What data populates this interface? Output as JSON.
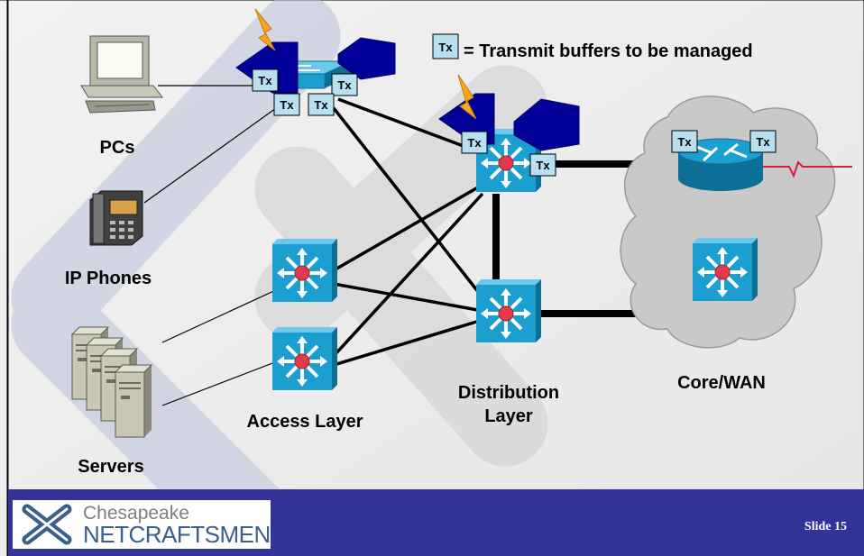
{
  "legend": {
    "tx_symbol": "Tx",
    "text": "= Transmit buffers to be managed"
  },
  "labels": {
    "pcs": "PCs",
    "ip_phones": "IP Phones",
    "servers": "Servers",
    "access_layer": "Access Layer",
    "distribution_line1": "Distribution",
    "distribution_line2": "Layer",
    "core_wan": "Core/WAN"
  },
  "tx_labels": {
    "access_switch_1": "Tx",
    "access_switch_2": "Tx",
    "access_switch_3": "Tx",
    "access_switch_4": "Tx",
    "distribution_1": "Tx",
    "distribution_2": "Tx",
    "router_1": "Tx",
    "router_2": "Tx"
  },
  "footer": {
    "logo_line1": "Chesapeake",
    "logo_line2": "NETCRAFTSMEN",
    "slide": "Slide 15"
  },
  "colors": {
    "background": "#ffffff",
    "footer": "#333399",
    "switch": "#1a9fd0",
    "tx_box": "#b8e0f0",
    "arrow": "#000099",
    "lightning": "#f5a623",
    "cloud": "#c9c9c9"
  }
}
